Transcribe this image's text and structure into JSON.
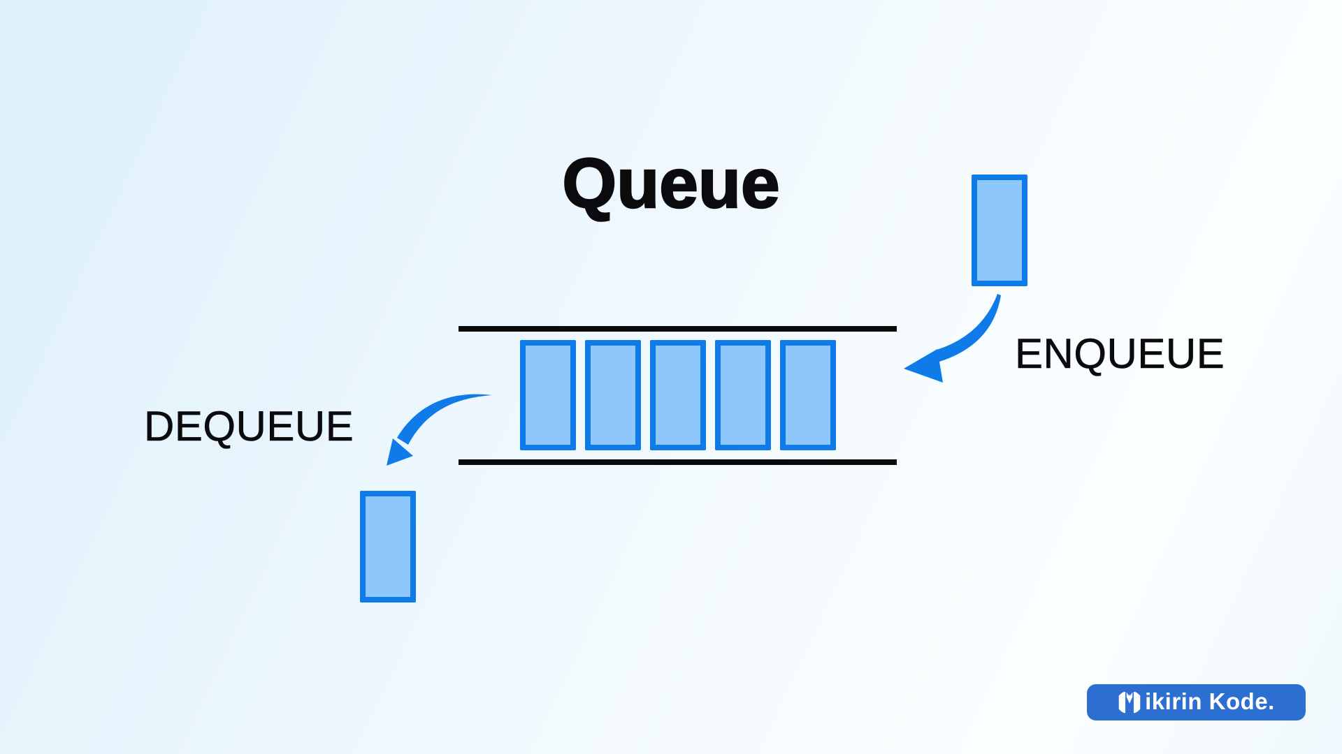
{
  "title": "Queue",
  "diagram": {
    "enqueue_label": "ENQUEUE",
    "dequeue_label": "DEQUEUE",
    "queue_slots": 5
  },
  "logo": {
    "brand_name": "Mikirin Kode.",
    "text_after_mark": "ikirin Kode."
  },
  "colors": {
    "accent": "#0F7BE8",
    "fill": "#8EC7FC",
    "line": "#0A0A0A",
    "badge": "#2D6FD1",
    "ink": "#0B0B0D"
  }
}
